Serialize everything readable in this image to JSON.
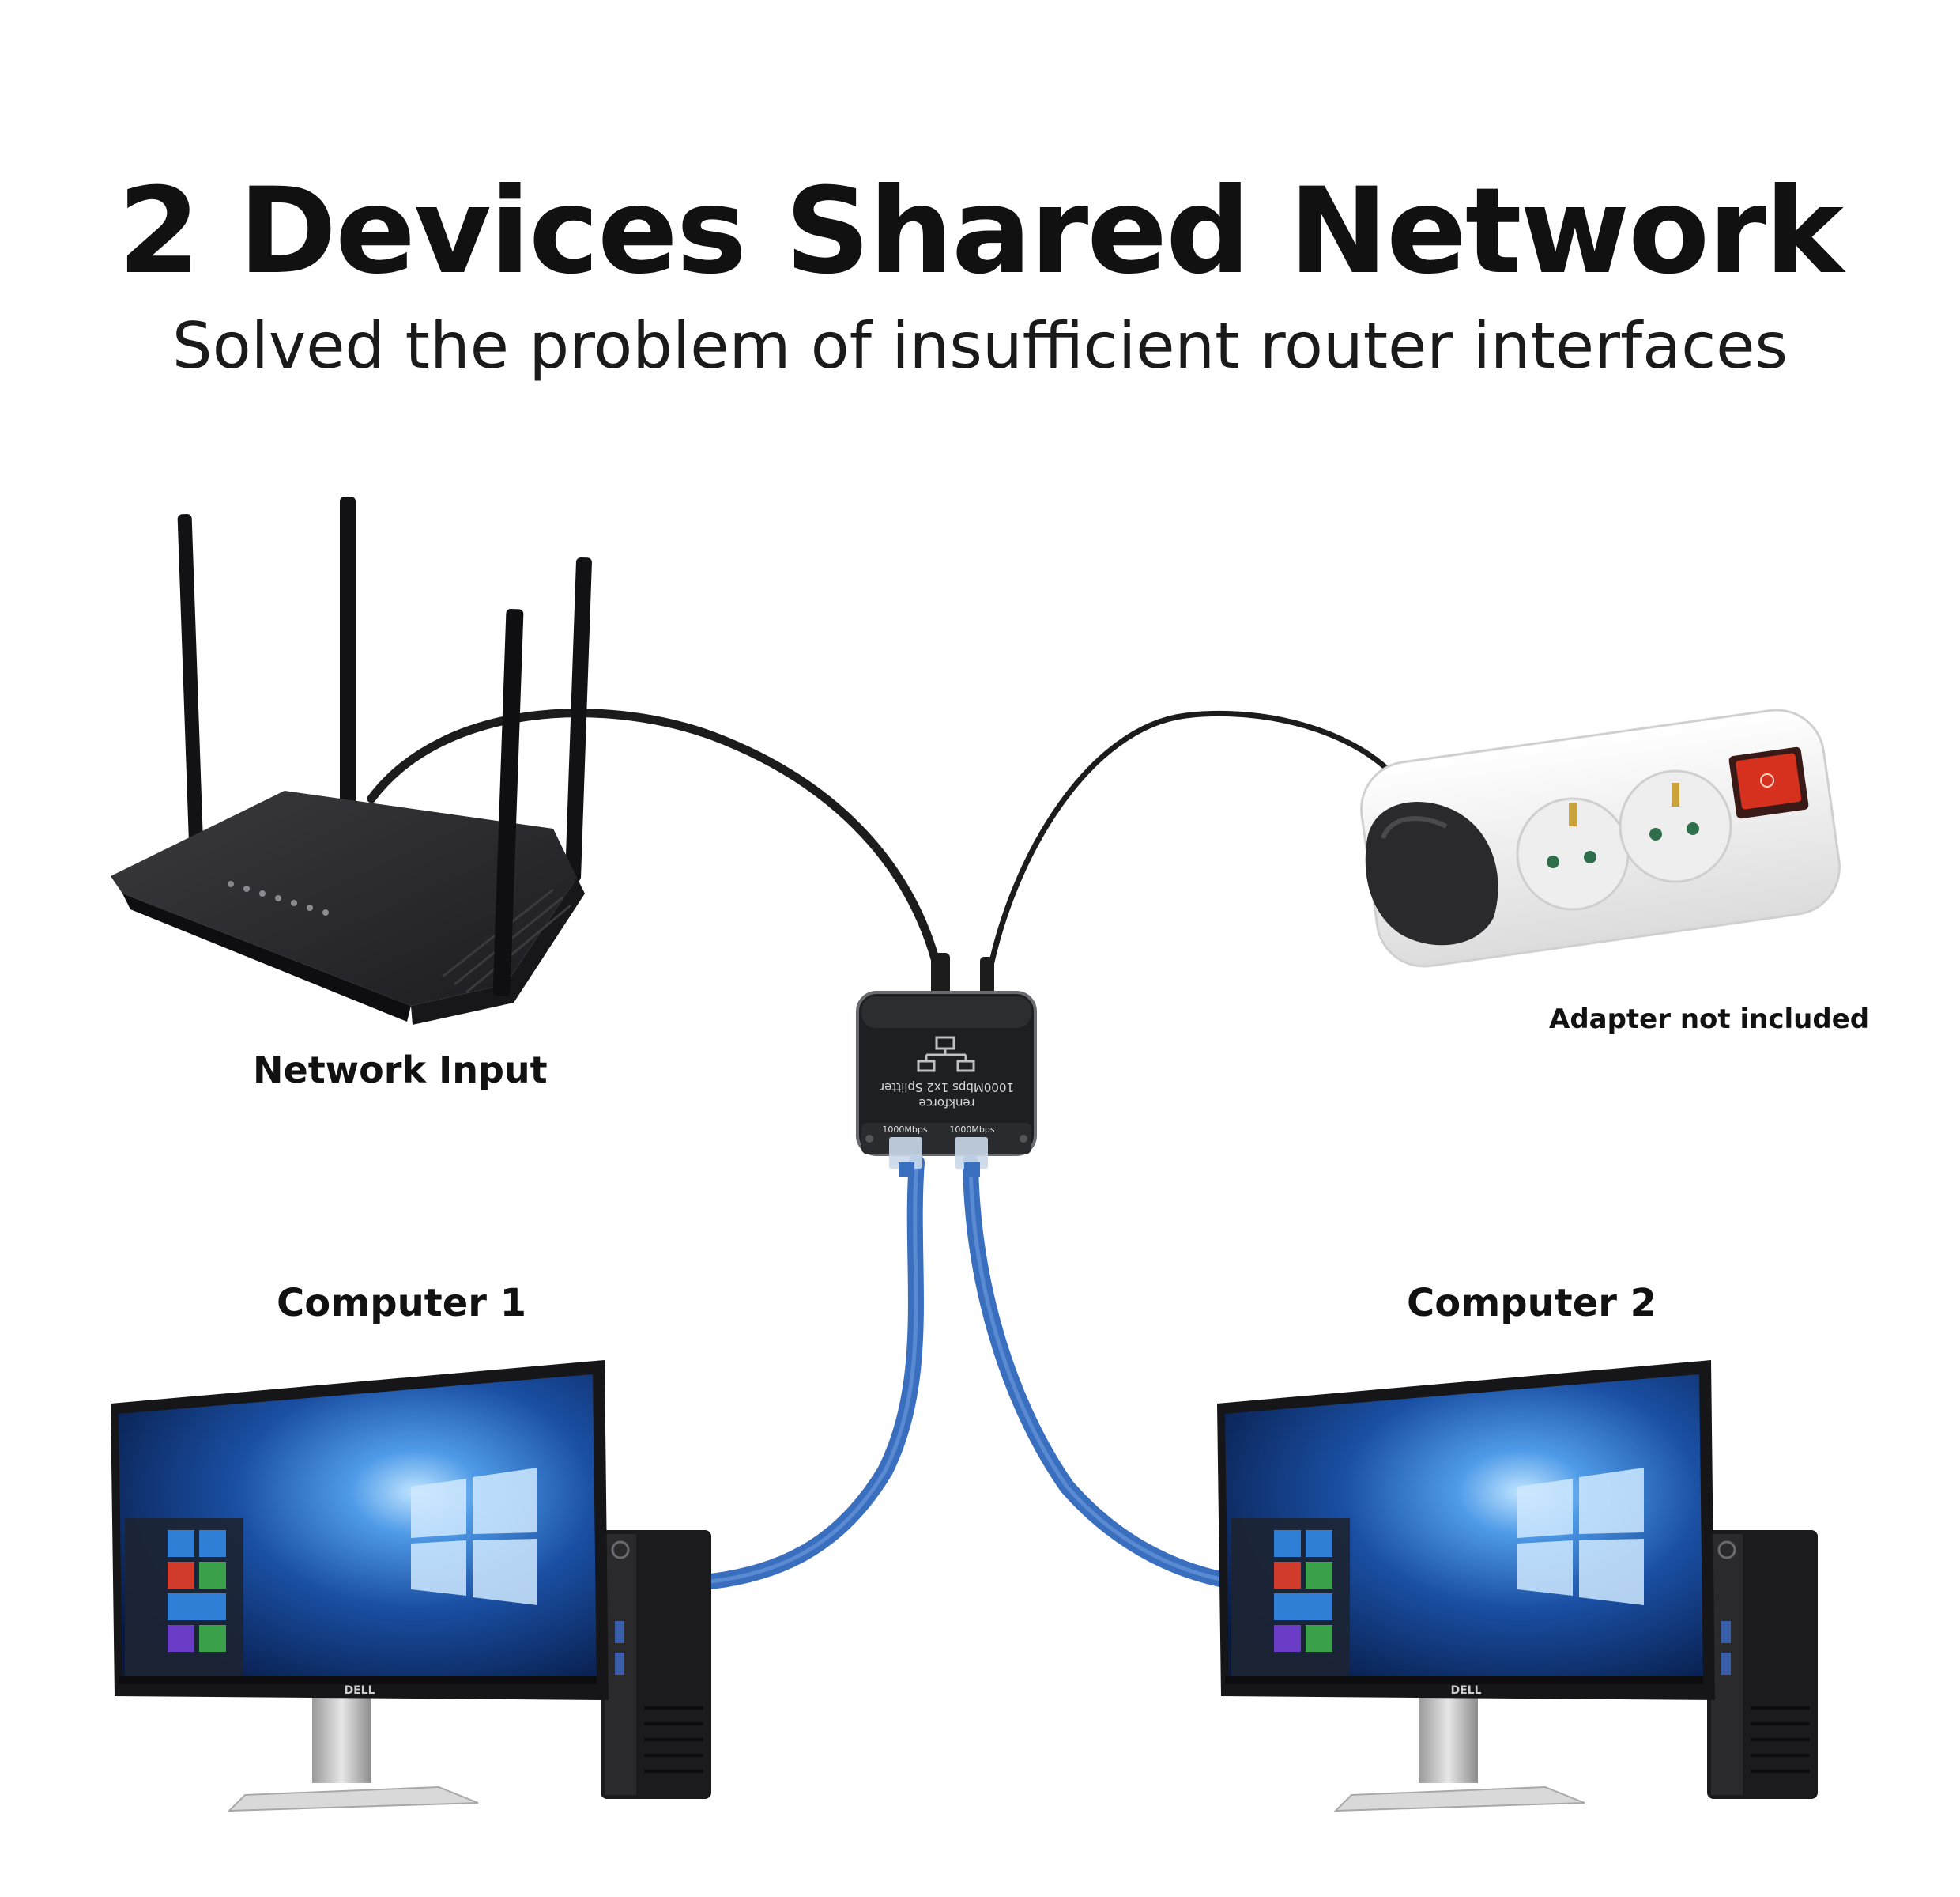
{
  "header": {
    "title": "2 Devices Shared Network",
    "subtitle": "Solved the problem of insufficient router interfaces"
  },
  "labels": {
    "network_input": "Network Input",
    "adapter_note": "Adapter not included",
    "computer_1": "Computer 1",
    "computer_2": "Computer 2"
  },
  "splitter": {
    "brand": "renkforce",
    "model": "1000Mbps 1x2 Splitter",
    "port_1": "1000Mbps",
    "port_2": "1000Mbps"
  },
  "monitor": {
    "brand": "DELL"
  },
  "colors": {
    "cable_blue": "#3a6fbf",
    "cable_black": "#1c1c1c",
    "switch_red": "#d6301e",
    "screen_blue": "#1f4f9e"
  }
}
